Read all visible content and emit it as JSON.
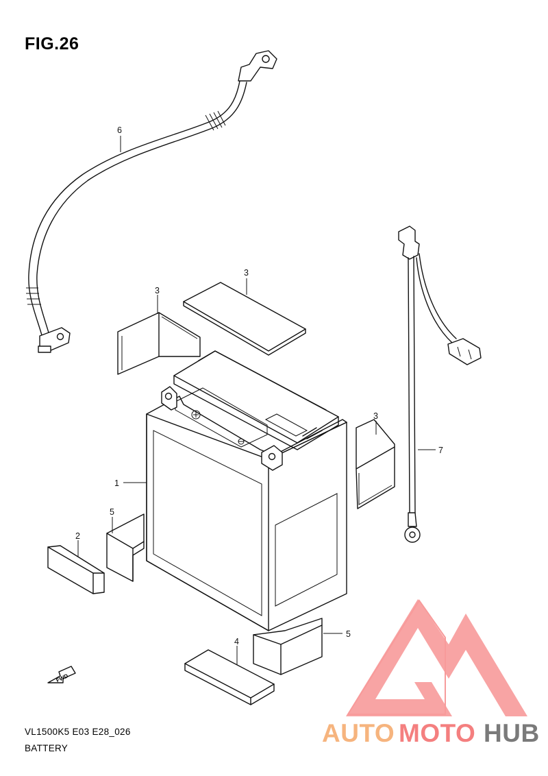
{
  "figure": {
    "title": "FIG.26",
    "model_code": "VL1500K5  E03  E28_026",
    "section_name": "BATTERY"
  },
  "callouts": {
    "c1": "1",
    "c2": "2",
    "c3a": "3",
    "c3b": "3",
    "c3c": "3",
    "c4": "4",
    "c5a": "5",
    "c5b": "5",
    "c6": "6",
    "c7": "7"
  },
  "fwd_arrow_text": "FWD",
  "watermark": {
    "part1": "AUTO",
    "part2": "MOTO",
    "part3": "HUB",
    "color_orange": "#f5b27a",
    "color_red": "#f47f7f",
    "color_gray": "#7a7a7a"
  }
}
